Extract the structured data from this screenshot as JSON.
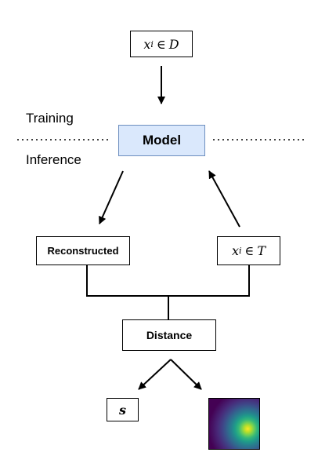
{
  "diagram": {
    "input_node": {
      "var": "x",
      "sub": "i",
      "rel": "∈",
      "set": "D"
    },
    "model_label": "Model",
    "training_label": "Training",
    "inference_label": "Inference",
    "reconstructed_label": "Reconstructed",
    "test_node": {
      "var": "x",
      "sub": "i",
      "rel": "∈",
      "set": "T"
    },
    "distance_label": "Distance",
    "score_label": "s",
    "colors": {
      "model_fill": "#dae8fc",
      "model_border": "#6c8ebf",
      "heatmap_background": "#440154",
      "heatmap_hotspot": "#fde725"
    }
  }
}
